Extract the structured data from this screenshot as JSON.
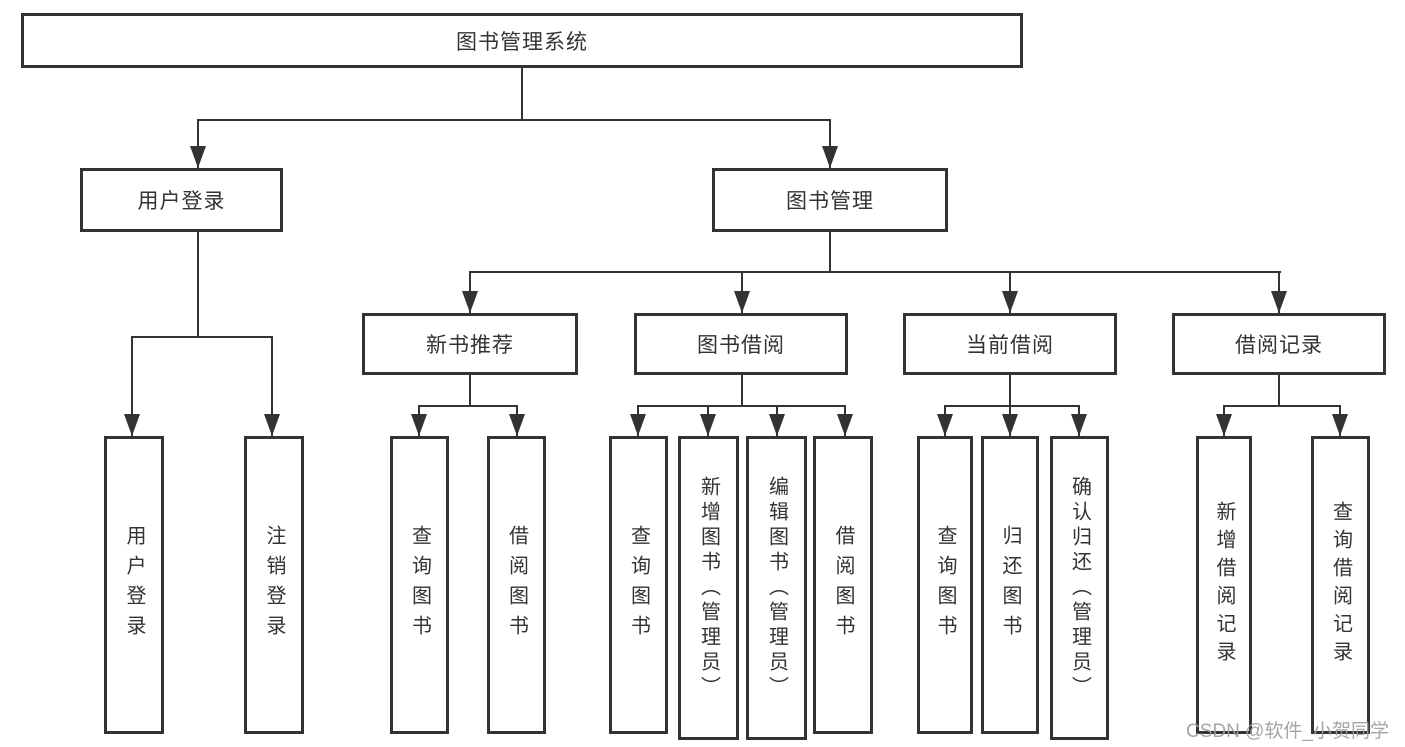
{
  "diagram": {
    "root": {
      "label": "图书管理系统"
    },
    "userLogin": {
      "label": "用户登录",
      "children": [
        {
          "label": "用户登录"
        },
        {
          "label": "注销登录"
        }
      ]
    },
    "bookMgmt": {
      "label": "图书管理"
    },
    "newBooks": {
      "label": "新书推荐",
      "children": [
        {
          "label": "查询图书"
        },
        {
          "label": "借阅图书"
        }
      ]
    },
    "bookBorrow": {
      "label": "图书借阅",
      "children": [
        {
          "label": "查询图书"
        },
        {
          "label": "新增图书（管理员）"
        },
        {
          "label": "编辑图书（管理员）"
        },
        {
          "label": "借阅图书"
        }
      ]
    },
    "currentBorrow": {
      "label": "当前借阅",
      "children": [
        {
          "label": "查询图书"
        },
        {
          "label": "归还图书"
        },
        {
          "label": "确认归还（管理员）"
        }
      ]
    },
    "borrowRecords": {
      "label": "借阅记录",
      "children": [
        {
          "label": "新增借阅记录"
        },
        {
          "label": "查询借阅记录"
        }
      ]
    }
  },
  "watermark": {
    "text": "CSDN @软件_小贺同学"
  },
  "colors": {
    "line": "#333333",
    "text": "#333333",
    "watermark": "#9e9e9e",
    "background": "#ffffff"
  }
}
